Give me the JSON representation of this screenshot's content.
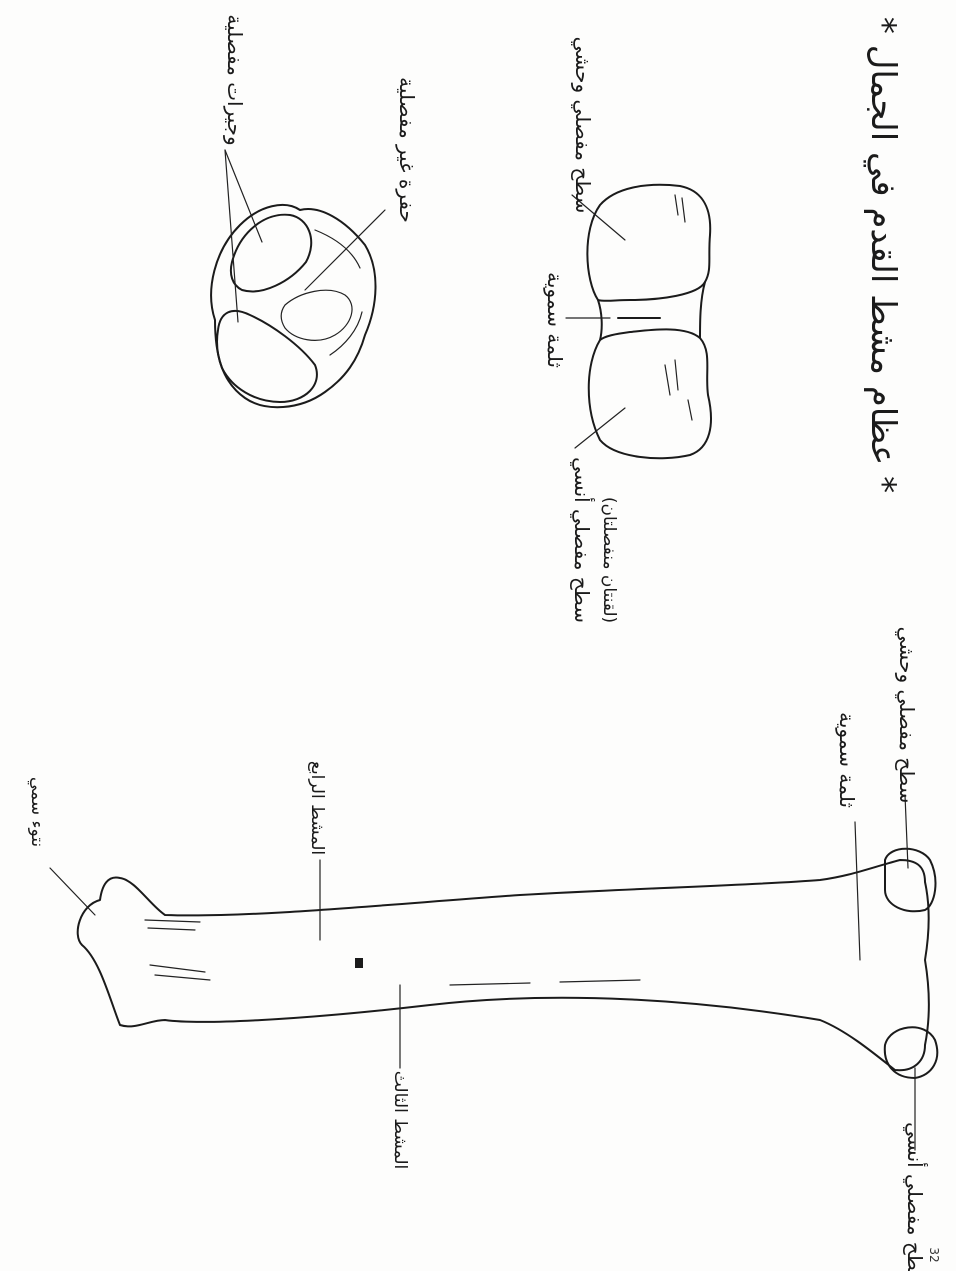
{
  "title": "* عظام مشط القدم في الجمال *",
  "page_number": "32",
  "sections": {
    "articular_end": {
      "labels": {
        "articular_surfaces": "وجيرات مفصلية",
        "non_articular_pit": "حفرة غير مفصلية"
      }
    },
    "bone_side_view": {
      "labels": {
        "distal_articular_surface": "سطح مفصلي وحشي",
        "proximal_articular_surface": "سطح مفصلي أنسي",
        "proximal_articular_note": "(لقنتان منفصلتان)",
        "vascular_groove": "ثلمة سموية"
      }
    },
    "long_bone": {
      "labels": {
        "tuberosity": "نتوء سمي",
        "fourth_metacarpal": "المشط الرابع",
        "third_metacarpal": "المشط الثالث",
        "vascular_groove": "ثلمة سموية",
        "lateral_articular_surface": "سطح مفصلي وحشي",
        "medial_articular_surface": "سطح مفصلي أنسي"
      }
    }
  }
}
